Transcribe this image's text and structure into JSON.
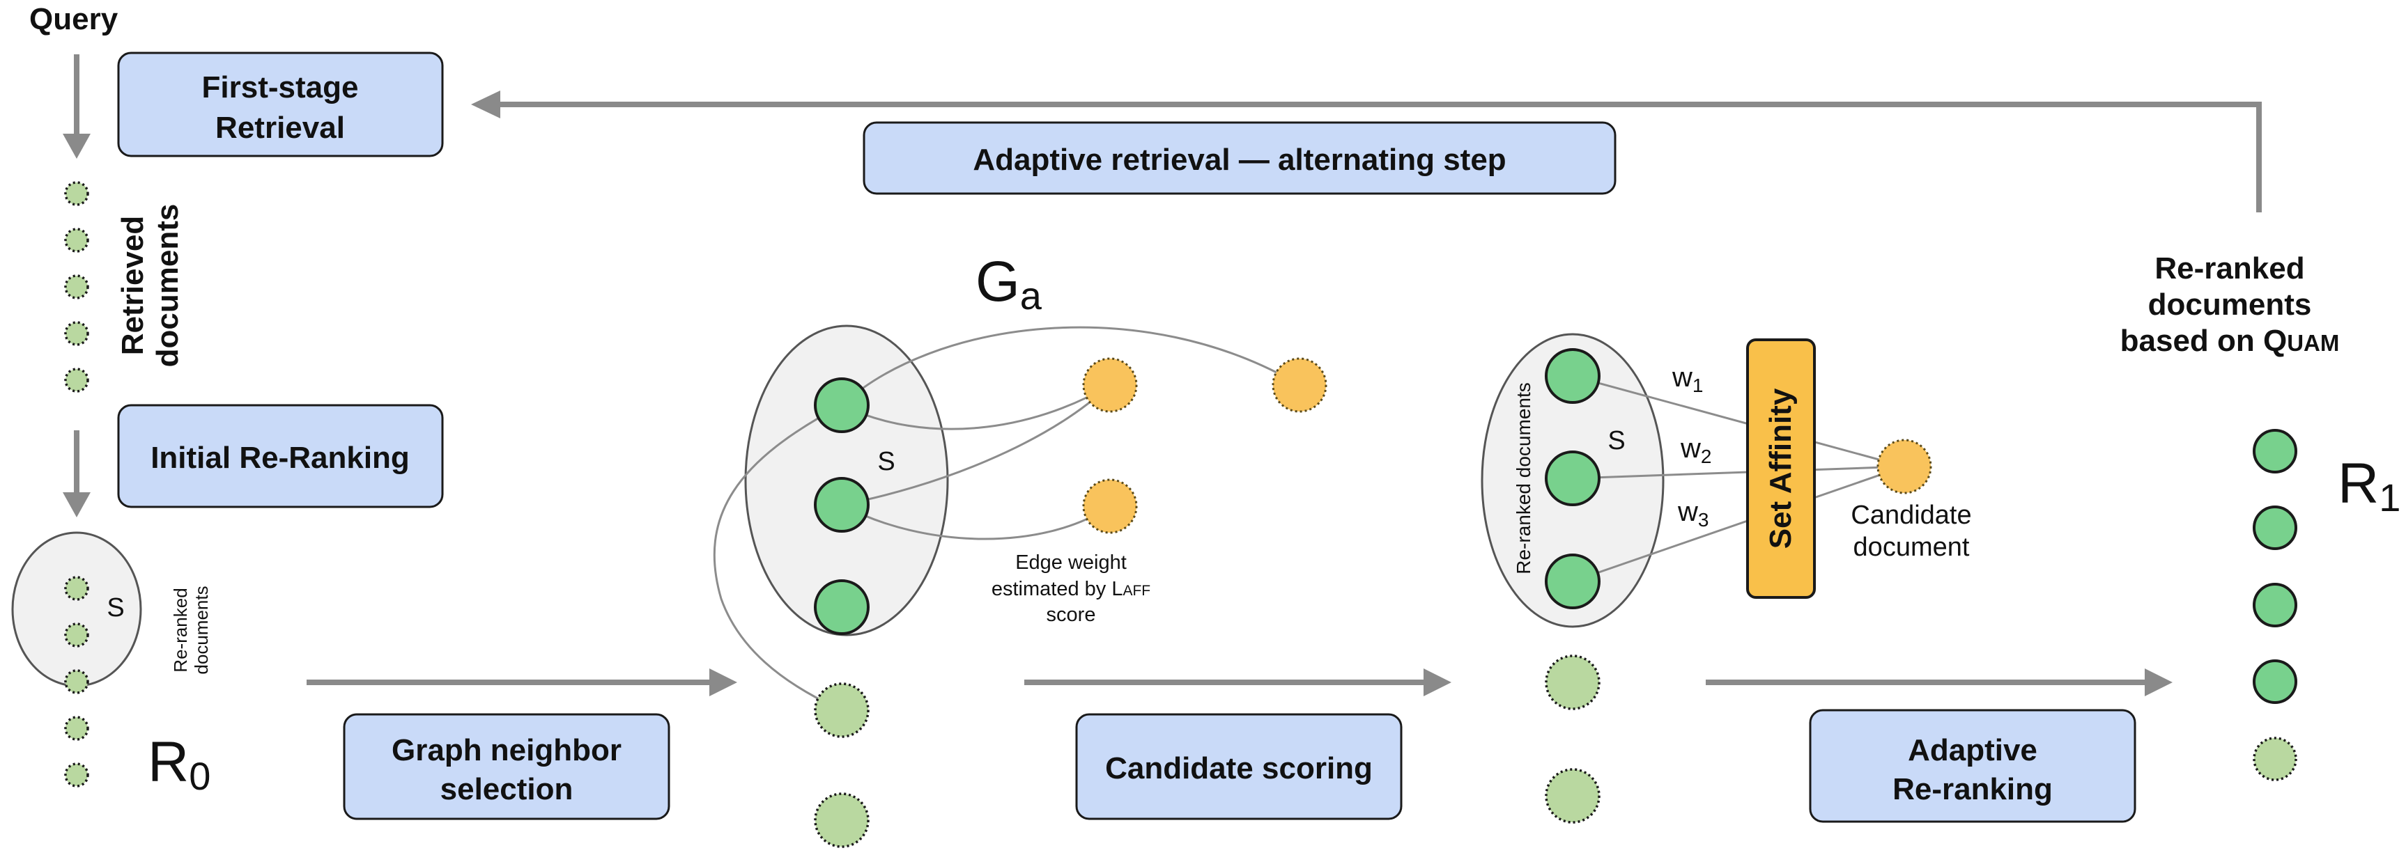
{
  "query_label": "Query",
  "first_stage_label": [
    "First-stage",
    "Retrieval"
  ],
  "adaptive_retrieval_label": "Adaptive retrieval — alternating step",
  "retrieved_documents_label": [
    "Retrieved",
    "documents"
  ],
  "initial_reranking_label": "Initial Re-Ranking",
  "set_s_label": "S",
  "reranked_small_label": [
    "Re-ranked",
    "documents"
  ],
  "r0_label": "R",
  "r0_sub": "0",
  "graph_neighbor_label": [
    "Graph neighbor",
    "selection"
  ],
  "graph_label": "G",
  "graph_sub": "a",
  "edge_weight_label": [
    "Edge weight",
    "estimated by L",
    "AFF",
    "score"
  ],
  "candidate_scoring_label": "Candidate scoring",
  "reranked_vertical_label": "Re-ranked documents",
  "weights": [
    {
      "w": "w",
      "sub": "1"
    },
    {
      "w": "w",
      "sub": "2"
    },
    {
      "w": "w",
      "sub": "3"
    }
  ],
  "set_affinity_label": "Set Affinity",
  "candidate_document_label": [
    "Candidate",
    "document"
  ],
  "adaptive_reranking_label": [
    "Adaptive",
    "Re-ranking"
  ],
  "reranked_quam_label": [
    "Re-ranked",
    "documents",
    "based on Q",
    "UAM"
  ],
  "r1_label": "R",
  "r1_sub": "1",
  "colors": {
    "box_fill": "#c9daf8",
    "green_node": "#78d18d",
    "light_green_node": "#b9d8a0",
    "orange_node": "#f9c35c",
    "affinity_fill": "#f9c04a",
    "arrow": "#8a8a8a"
  }
}
